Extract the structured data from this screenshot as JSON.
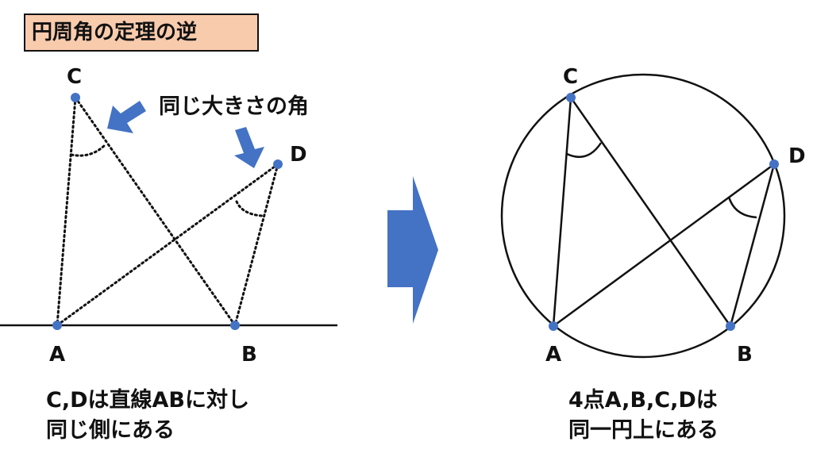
{
  "title": "円周角の定理の逆",
  "left": {
    "points": {
      "A": "A",
      "B": "B",
      "C": "C",
      "D": "D"
    },
    "annotation": "同じ大きさの角",
    "caption_line1": "C,Dは直線ABに対し",
    "caption_line2": "同じ側にある"
  },
  "right": {
    "points": {
      "A": "A",
      "B": "B",
      "C": "C",
      "D": "D"
    },
    "caption_line1": "4点A,B,C,Dは",
    "caption_line2": "同一円上にある"
  },
  "colors": {
    "accent": "#4472c4",
    "title_bg": "#f8cbad",
    "line": "#111111"
  }
}
